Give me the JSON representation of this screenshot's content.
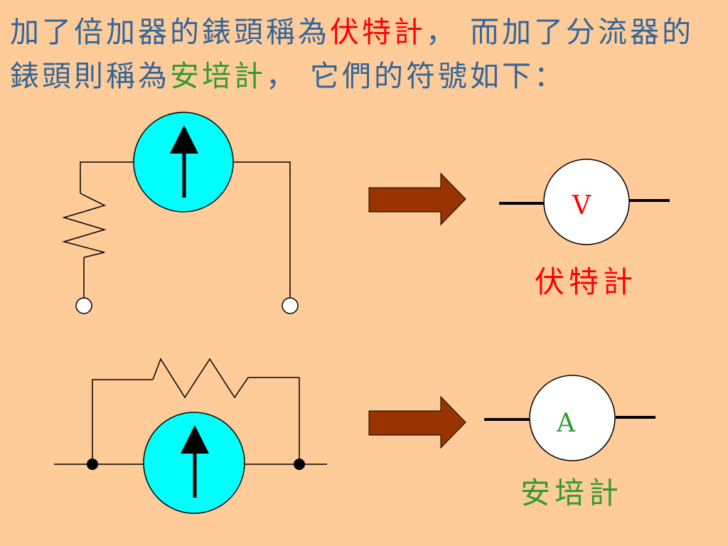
{
  "slide": {
    "background": "#FFCC99",
    "text_color": "#336699",
    "voltmeter_color": "#FF0000",
    "ammeter_color": "#339933"
  },
  "heading": {
    "part1": "加了倍加器的錶頭稱為",
    "voltmeter_term": "伏特計",
    "part2": "， 而加了分流器的錶頭則稱為",
    "ammeter_term": "安培計",
    "part3": "， 它們的符號如下："
  },
  "diagram": {
    "galvanometer_fill": "#00FFFF",
    "arrow_fill": "#993300",
    "wire_color": "#000000",
    "meter_fill": "#FFFFFF",
    "voltmeter_letter": "V",
    "ammeter_letter": "A"
  },
  "captions": {
    "voltmeter": "伏特計",
    "ammeter": "安培計"
  }
}
